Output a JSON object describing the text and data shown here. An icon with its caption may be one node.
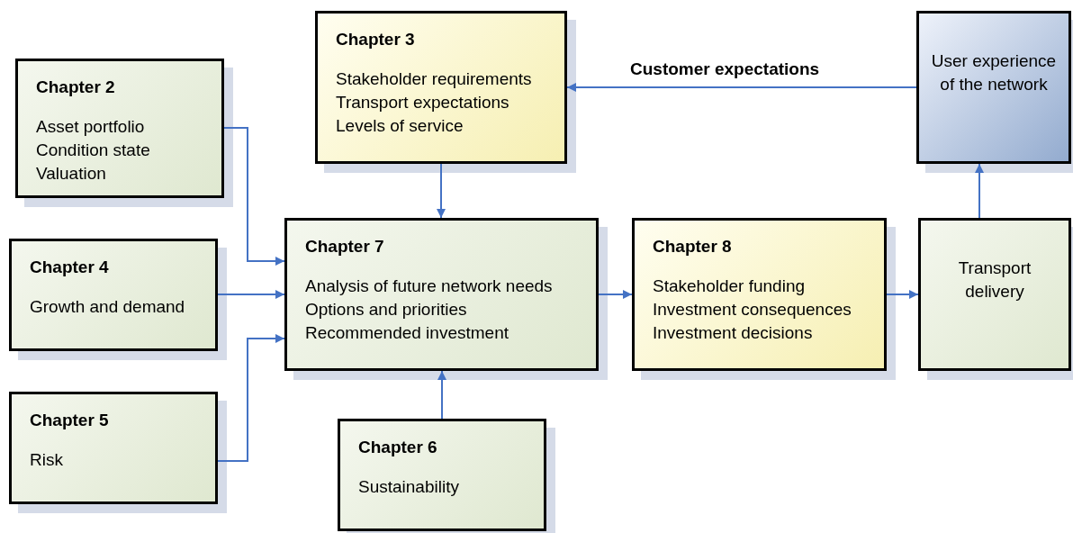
{
  "diagram": {
    "nodes": [
      {
        "text": [
          "Chapter 2",
          "Asset portfolio",
          "Condition state",
          "Valuation"
        ]
      },
      {
        "text": [
          "Chapter 3",
          "Stakeholder requirements",
          "Transport expectations",
          "Levels of service"
        ]
      },
      {
        "text": [
          "User experience of the network"
        ]
      },
      {
        "text": [
          "Chapter 4",
          "Growth and demand"
        ]
      },
      {
        "text": [
          "Chapter 7",
          "Analysis of future network needs",
          "Options and priorities",
          "Recommended investment"
        ]
      },
      {
        "text": [
          "Chapter 8",
          "Stakeholder funding",
          "Investment consequences",
          "Investment decisions"
        ]
      },
      {
        "text": [
          "Transport delivery"
        ]
      },
      {
        "text": [
          "Chapter 5",
          "Risk"
        ]
      },
      {
        "text": [
          "Chapter 6",
          "Sustainability"
        ]
      }
    ],
    "edges": [
      {
        "from": 0,
        "to": 4,
        "arrow": "to"
      },
      {
        "from": 3,
        "to": 4,
        "arrow": "to"
      },
      {
        "from": 7,
        "to": 4,
        "arrow": "to"
      },
      {
        "from": 1,
        "to": 4,
        "arrow": "to"
      },
      {
        "from": 8,
        "to": 4,
        "arrow": "to"
      },
      {
        "from": 4,
        "to": 5,
        "arrow": "to"
      },
      {
        "from": 5,
        "to": 6,
        "arrow": "to"
      },
      {
        "from": 6,
        "to": 2,
        "arrow": "to"
      },
      {
        "from": 2,
        "to": 1,
        "arrow": "to",
        "label": "Customer expectations"
      }
    ]
  }
}
